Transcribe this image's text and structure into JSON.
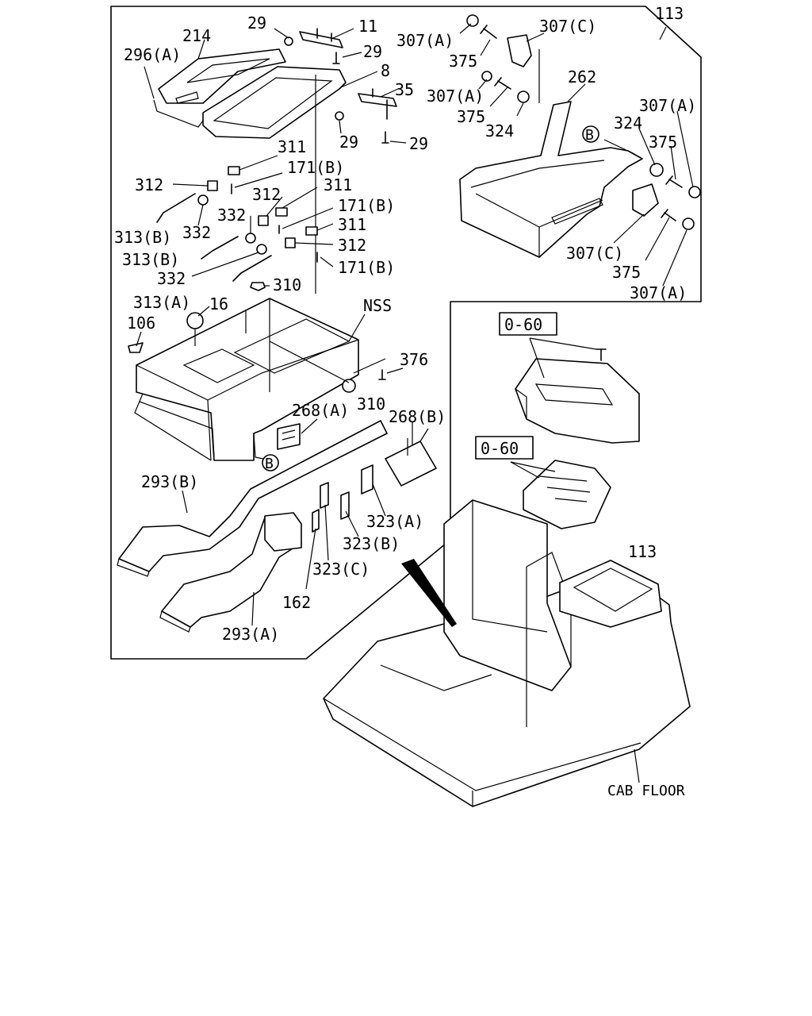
{
  "callouts": {
    "c29_top": "29",
    "c11": "11",
    "c214": "214",
    "c296a": "296(A)",
    "c29_mid": "29",
    "c8": "8",
    "c35": "35",
    "c29_low1": "29",
    "c29_low2": "29",
    "c311_1": "311",
    "c171b_1": "171(B)",
    "c312_1": "312",
    "c312_2": "312",
    "c311_2": "311",
    "c332_1": "332",
    "c171b_2": "171(B)",
    "c313b_1": "313(B)",
    "c332_2": "332",
    "c311_3": "311",
    "c313b_2": "313(B)",
    "c312_3": "312",
    "c171b_3": "171(B)",
    "c332_3": "332",
    "c310_1": "310",
    "c313a": "313(A)",
    "c16": "16",
    "c106": "106",
    "nss": "NSS",
    "c376": "376",
    "c310_2": "310",
    "c268a": "268(A)",
    "c268b": "268(B)",
    "b_marker_1": "B",
    "c293b": "293(B)",
    "c323a": "323(A)",
    "c323b": "323(B)",
    "c323c": "323(C)",
    "c162": "162",
    "c293a": "293(A)",
    "c307a_1": "307(A)",
    "c307c_1": "307(C)",
    "c113_top": "113",
    "c375_1": "375",
    "c262": "262",
    "c307a_2": "307(A)",
    "c375_2": "375",
    "c324_1": "324",
    "c307a_3": "307(A)",
    "c324_2": "324",
    "b_marker_2": "B",
    "c375_3": "375",
    "c307c_2": "307(C)",
    "c375_4": "375",
    "c307a_4": "307(A)",
    "c060_1": "0-60",
    "c060_2": "0-60",
    "c113_bottom": "113",
    "cab_floor": "CAB FLOOR"
  }
}
